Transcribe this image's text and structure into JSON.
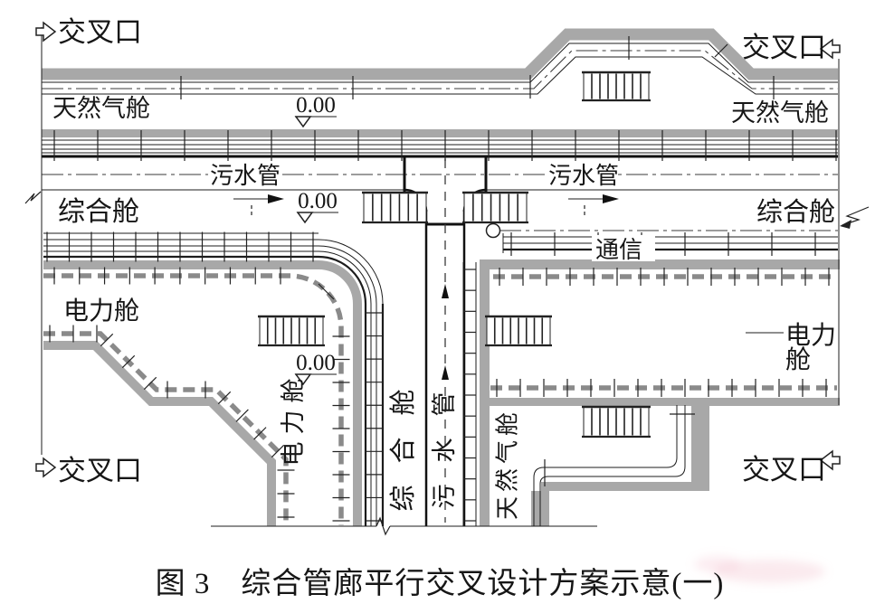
{
  "figure": {
    "caption": "图 3　综合管廊平行交叉设计方案示意(一)"
  },
  "labels": {
    "intersection_top_left": "交叉口",
    "intersection_top_right": "交叉口",
    "intersection_bottom_left": "交叉口",
    "intersection_bottom_right": "交叉口",
    "gas_compartment_left": "天然气舱",
    "gas_compartment_right": "天然气舱",
    "gas_compartment_bottom": "天然气舱",
    "sewage_pipe_left": "污水管",
    "sewage_pipe_right": "污水管",
    "sewage_pipe_vertical": "污水管",
    "utility_compartment_left": "综合舱",
    "utility_compartment_right": "综合舱",
    "utility_compartment_vertical": "综合舱",
    "communication": "通信",
    "power_compartment_left": "电力舱",
    "power_compartment_right_line1": "电力",
    "power_compartment_right_line2": "舱",
    "power_compartment_vertical": "电力舱",
    "elevation_top": "0.00",
    "elevation_middle": "0.00",
    "elevation_lower": "0.00"
  },
  "colors": {
    "line": "#1c1c1c",
    "tunnel_wall_gray": "#a8a8a8",
    "power_cable_gray": "#8a8a8a",
    "background": "#ffffff",
    "watermark_pink": "#f2b8c6"
  }
}
